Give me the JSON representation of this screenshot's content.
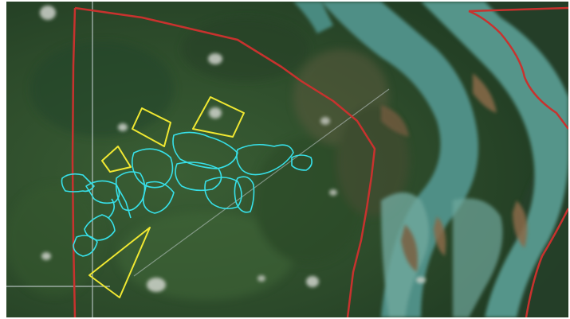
{
  "map": {
    "kind": "satellite-imagery",
    "colors": {
      "forest_dark": "#1f3a22",
      "forest_mid": "#2f4f2c",
      "forest_light": "#3d6238",
      "river_water": "#4f8f86",
      "river_shallow": "#6fa89c",
      "sandbank": "#8a6a4a",
      "cloud": "#d9dcd6",
      "boundary_red": "#c8322e",
      "survey_yellow": "#f0e832",
      "cluster_cyan": "#37e0e8",
      "gridline": "#c9d4d6"
    },
    "layers": [
      {
        "name": "satellite-basemap"
      },
      {
        "name": "concession-boundary",
        "color": "#c8322e"
      },
      {
        "name": "survey-plots",
        "color": "#f0e832"
      },
      {
        "name": "deforestation-clusters",
        "color": "#37e0e8"
      },
      {
        "name": "reference-gridlines",
        "color": "#c9d4d6"
      }
    ]
  }
}
